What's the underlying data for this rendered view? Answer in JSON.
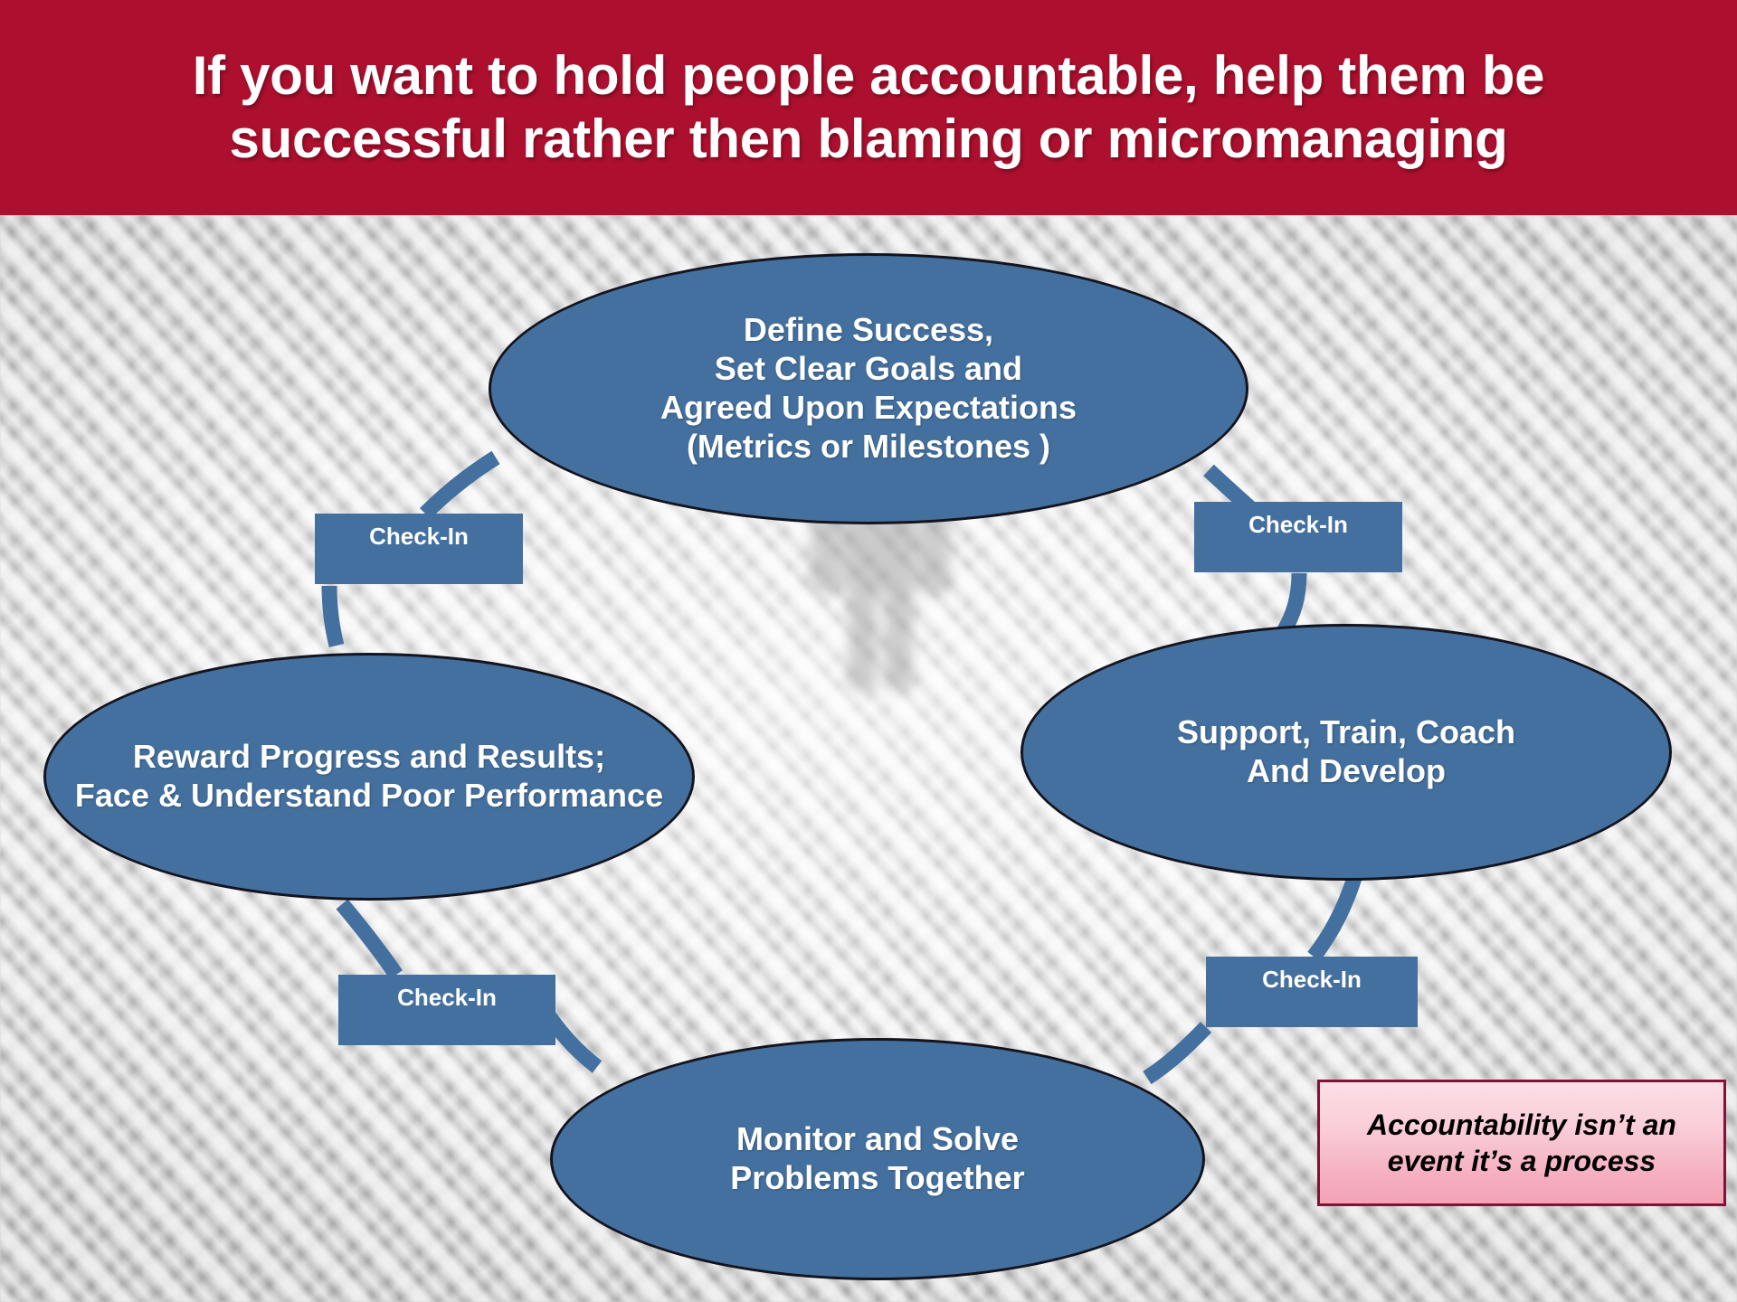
{
  "slide": {
    "title": "If you want to hold people accountable, help them be\nsuccessful rather then blaming or micromanaging",
    "title_bg_color": "#AD0F2E",
    "title_text_color": "#FFFFFF",
    "node_fill_color": "#44709F",
    "node_outline_color": "#14141E",
    "connector_color": "#44709F",
    "note_border_color": "#7D1536"
  },
  "cycle": {
    "nodes": [
      {
        "id": "define",
        "label": "Define Success,\nSet Clear Goals and\nAgreed Upon Expectations\n(Metrics or Milestones )",
        "position": "top"
      },
      {
        "id": "support",
        "label": "Support, Train, Coach\nAnd Develop",
        "position": "right"
      },
      {
        "id": "monitor",
        "label": "Monitor and Solve\nProblems Together",
        "position": "bottom"
      },
      {
        "id": "reward",
        "label": "Reward Progress and Results;\nFace & Understand Poor Performance",
        "position": "left"
      }
    ],
    "checkins": [
      {
        "id": "top-left",
        "label": "Check-In"
      },
      {
        "id": "top-right",
        "label": "Check-In"
      },
      {
        "id": "bottom-left",
        "label": "Check-In"
      },
      {
        "id": "bottom-right",
        "label": "Check-In"
      }
    ]
  },
  "note": {
    "text": "Accountability isn’t an\nevent it’s a process"
  },
  "background": {
    "figure_name": "blurred-person-silhouette"
  }
}
